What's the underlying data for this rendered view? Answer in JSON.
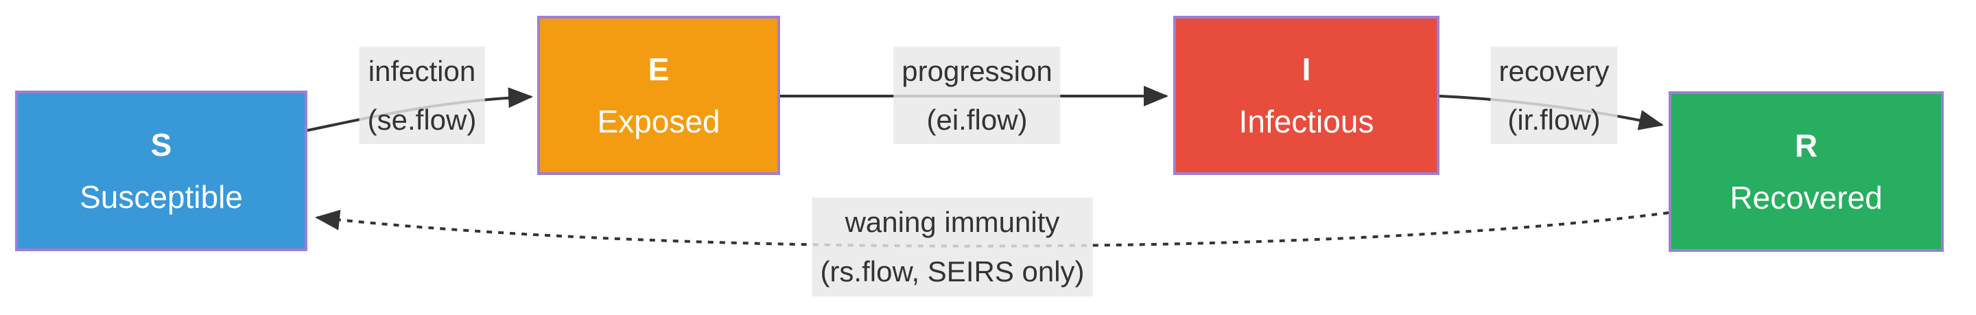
{
  "diagram": {
    "type": "flowchart",
    "nodes": [
      {
        "id": "S",
        "letter": "S",
        "name": "Susceptible",
        "color": "#3898d8"
      },
      {
        "id": "E",
        "letter": "E",
        "name": "Exposed",
        "color": "#f39c12"
      },
      {
        "id": "I",
        "letter": "I",
        "name": "Infectious",
        "color": "#e74c3c"
      },
      {
        "id": "R",
        "letter": "R",
        "name": "Recovered",
        "color": "#27ae60"
      }
    ],
    "edges": [
      {
        "from": "S",
        "to": "E",
        "style": "solid",
        "label": [
          "infection",
          "(se.flow)"
        ]
      },
      {
        "from": "E",
        "to": "I",
        "style": "solid",
        "label": [
          "progression",
          "(ei.flow)"
        ]
      },
      {
        "from": "I",
        "to": "R",
        "style": "solid",
        "label": [
          "recovery",
          "(ir.flow)"
        ]
      },
      {
        "from": "R",
        "to": "S",
        "style": "dotted",
        "label": [
          "waning immunity",
          "(rs.flow, SEIRS only)"
        ]
      }
    ],
    "colors": {
      "background": "#ffffff",
      "node_border": "#9b7fd6",
      "node_text": "#ffffff",
      "line": "#333333",
      "label_text": "#333333",
      "label_bg": "rgba(232,232,232,0.82)"
    }
  }
}
